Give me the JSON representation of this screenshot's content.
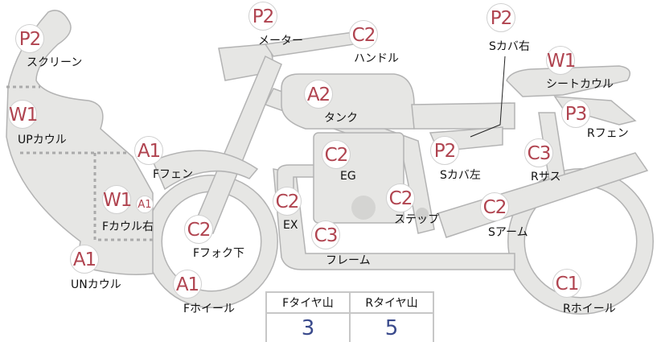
{
  "parts": [
    {
      "id": "screen",
      "grade": "P2",
      "label": "スクリーン"
    },
    {
      "id": "up-cowl",
      "grade": "W1",
      "label": "UPカウル"
    },
    {
      "id": "f-fender",
      "grade": "A1",
      "label": "Fフェン"
    },
    {
      "id": "f-cowl-right",
      "grade": "W1",
      "grade2": "A1",
      "label": "Fカウル右"
    },
    {
      "id": "un-cowl",
      "grade": "A1",
      "label": "UNカウル"
    },
    {
      "id": "f-fork-lower",
      "grade": "C2",
      "label": "Fフォク下"
    },
    {
      "id": "f-wheel",
      "grade": "A1",
      "label": "Fホイール"
    },
    {
      "id": "meter",
      "grade": "P2",
      "label": "メーター"
    },
    {
      "id": "handle",
      "grade": "C2",
      "label": "ハンドル"
    },
    {
      "id": "tank",
      "grade": "A2",
      "label": "タンク"
    },
    {
      "id": "engine",
      "grade": "C2",
      "label": "EG"
    },
    {
      "id": "exhaust",
      "grade": "C2",
      "label": "EX"
    },
    {
      "id": "frame",
      "grade": "C3",
      "label": "フレーム"
    },
    {
      "id": "step",
      "grade": "C2",
      "label": "ステップ"
    },
    {
      "id": "side-cover-left",
      "grade": "P2",
      "label": "Sカバ左"
    },
    {
      "id": "side-cover-right",
      "grade": "P2",
      "label": "Sカバ右"
    },
    {
      "id": "seat-cowl",
      "grade": "W1",
      "label": "シートカウル"
    },
    {
      "id": "r-fender",
      "grade": "P3",
      "label": "Rフェン"
    },
    {
      "id": "r-suspension",
      "grade": "C3",
      "label": "Rサス"
    },
    {
      "id": "swing-arm",
      "grade": "C2",
      "label": "Sアーム"
    },
    {
      "id": "r-wheel",
      "grade": "C1",
      "label": "Rホイール"
    }
  ],
  "tire": {
    "front_label": "Fタイヤ山",
    "rear_label": "Rタイヤ山",
    "front_value": "3",
    "rear_value": "5"
  },
  "colors": {
    "grade": "#b04450",
    "value": "#3a4a8c",
    "part_fill": "#e6e6e4",
    "part_stroke": "#b3b3b3"
  }
}
